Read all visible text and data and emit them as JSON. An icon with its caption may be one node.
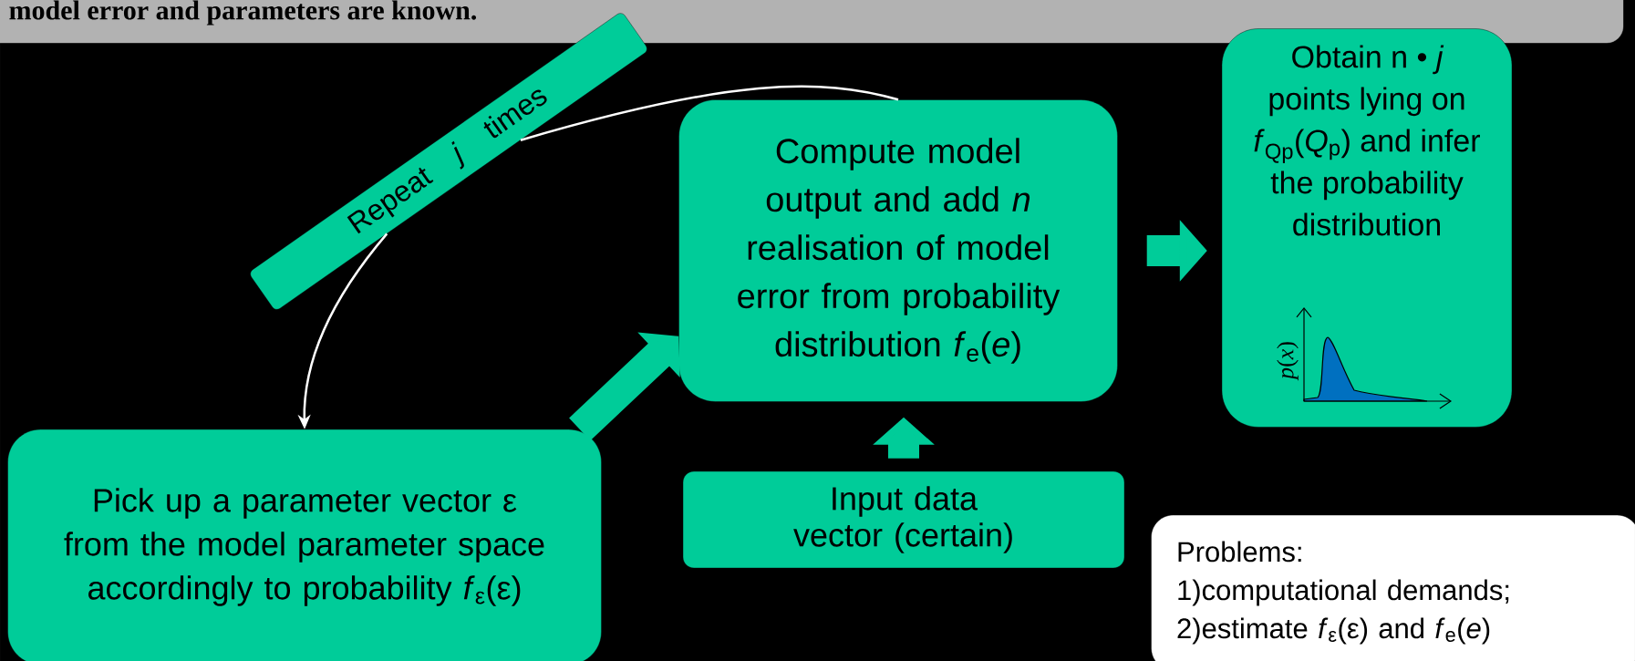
{
  "diagram": {
    "title": "model error and parameters are known.",
    "nodes": [
      {
        "text": [
          "Repeat *j* times"
        ]
      },
      {
        "text": [
          "Compute model output and add *n* realisation of model error from probability distribution *f*$_{e}$(*e*)"
        ]
      },
      {
        "text": [
          "Obtain n • *j* points lying on *f*$_{Qp}$(*Q*$_{p}$) and infer the probability distribution"
        ]
      },
      {
        "text": [
          "Pick up a parameter vector ε from the model parameter space accordingly to probability *f*$_{ε}$(ε)"
        ]
      },
      {
        "text": [
          "Input data vector (certain)"
        ]
      },
      {
        "text": [
          "Problems:",
          "1)computational demands;",
          "2)estimate *f*$_{ε}$(ε) and *f*$_{e}$(*e*)"
        ]
      }
    ],
    "edges": [
      {
        "from": 1,
        "to": 0,
        "arrow": "none",
        "color": "#ffffff"
      },
      {
        "from": 0,
        "to": 3,
        "arrow": "to",
        "color": "#ffffff"
      },
      {
        "from": 3,
        "to": 1,
        "arrow": "to"
      },
      {
        "from": 4,
        "to": 1,
        "arrow": "to"
      },
      {
        "from": 1,
        "to": 2,
        "arrow": "to"
      }
    ],
    "labels": [
      "*p*(*x*)"
    ]
  }
}
